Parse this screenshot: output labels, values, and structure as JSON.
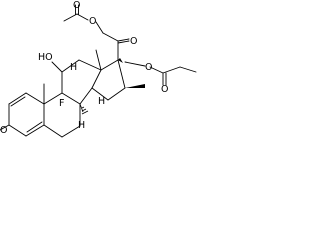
{
  "molecule": {
    "atoms": {
      "O_acetyl_carbonyl": "O",
      "O_acetyl_ester": "O",
      "O_ketone_c20": "O",
      "O_propionate_ester": "O",
      "O_propionate_carbonyl": "O",
      "OH_c11": "HO",
      "H_c11": "H",
      "H_c14": "H",
      "H_c8": "H",
      "F_c9": "F",
      "O_ketone_c3": "O"
    }
  }
}
